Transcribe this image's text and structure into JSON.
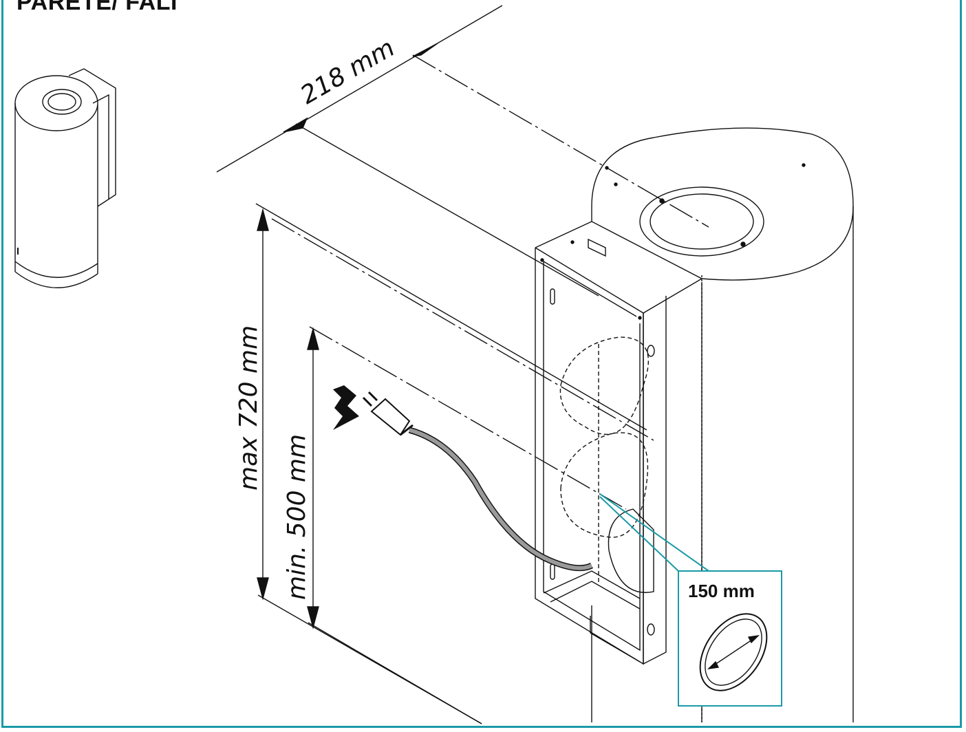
{
  "page": {
    "title": "PARETE/ FALI"
  },
  "dimensions": {
    "width_label": "218 mm",
    "max_height_label": "max 720 mm",
    "min_height_label": "min. 500 mm",
    "duct_diameter_label": "150 mm"
  },
  "colors": {
    "frame": "#1a9aa6",
    "callout": "#1a9aa6",
    "line": "#111111"
  },
  "icons": {
    "electric": "lightning-bolt-icon",
    "plug": "power-plug-icon"
  }
}
